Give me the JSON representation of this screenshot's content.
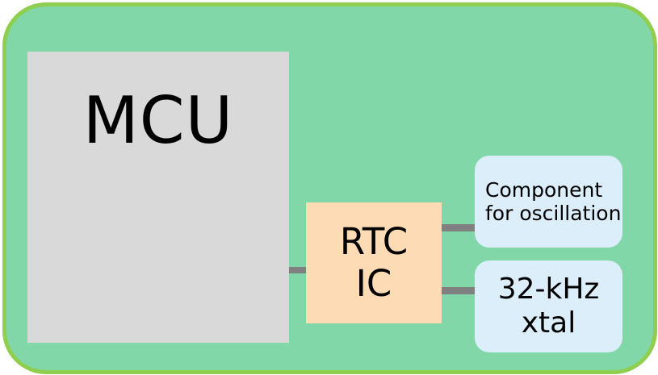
{
  "diagram": {
    "colors": {
      "board_fill": "#81d7a7",
      "board_border": "#8fce4f",
      "mcu_fill": "#d9d9d9",
      "rtc_fill": "#fddcb5",
      "peripheral_fill": "#dceefa",
      "wire": "#808080"
    },
    "blocks": {
      "mcu": {
        "label": "MCU"
      },
      "rtc": {
        "label": "RTC\nIC"
      },
      "oscillation_component": {
        "label": "Component\nfor oscillation"
      },
      "crystal": {
        "label": "32-kHz\nxtal"
      }
    },
    "connections": [
      {
        "from": "mcu",
        "to": "rtc"
      },
      {
        "from": "rtc",
        "to": "oscillation_component"
      },
      {
        "from": "rtc",
        "to": "crystal"
      }
    ]
  }
}
